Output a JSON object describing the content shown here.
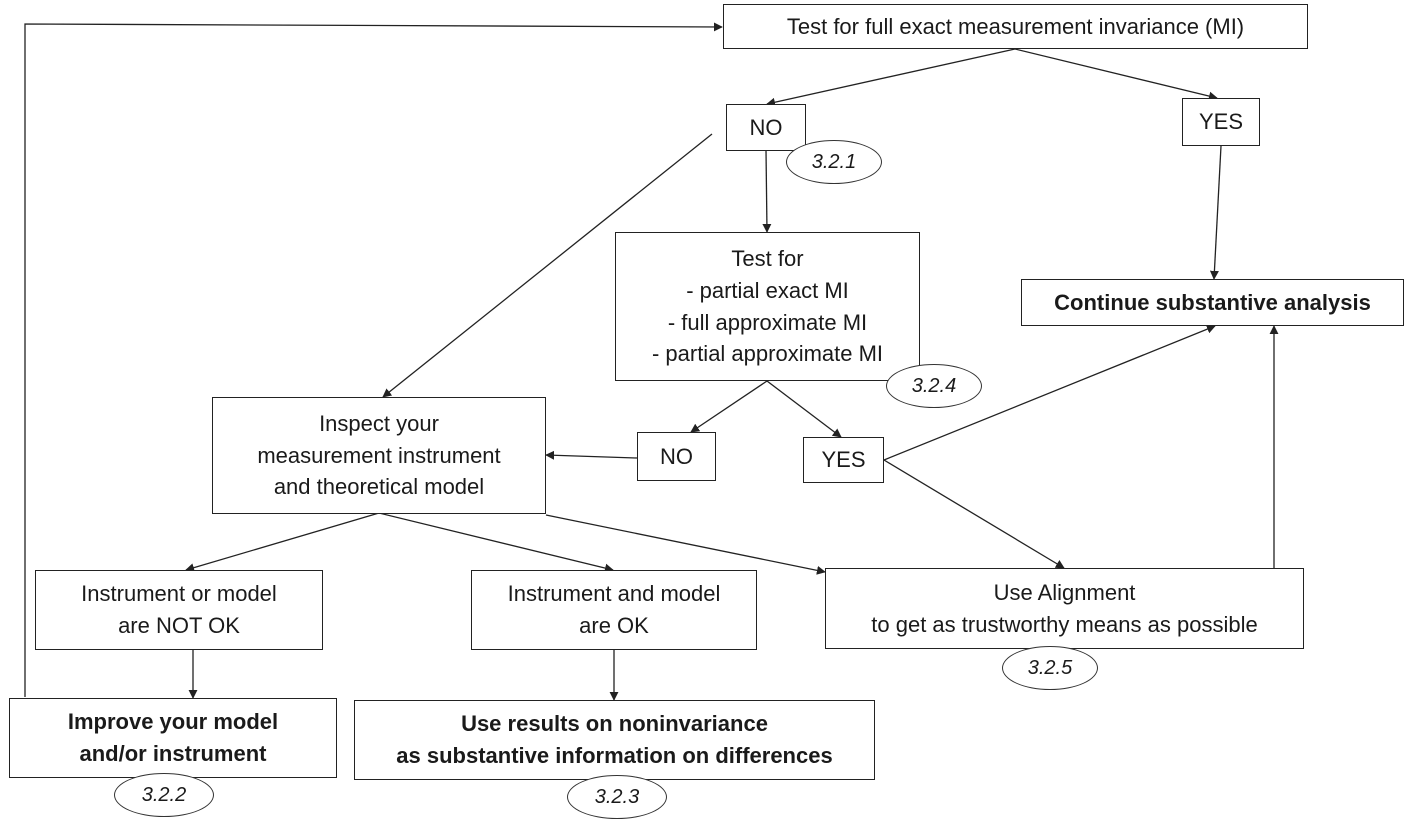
{
  "nodes": {
    "test_full": "Test for full exact measurement invariance (MI)",
    "no_top": "NO",
    "yes_top": "YES",
    "test_partial": "Test for\n- partial exact MI\n- full approximate MI\n- partial approximate MI",
    "continue": "Continue substantive analysis",
    "inspect": "Inspect your\nmeasurement instrument\nand theoretical model",
    "no_mid": "NO",
    "yes_mid": "YES",
    "not_ok": "Instrument or model\nare NOT OK",
    "ok": "Instrument and model\nare OK",
    "alignment": "Use Alignment\nto get as trustworthy means as possible",
    "improve": "Improve your model\nand/or instrument",
    "use_results": "Use results on noninvariance\nas substantive information on differences"
  },
  "section_tags": {
    "s321": "3.2.1",
    "s322": "3.2.2",
    "s323": "3.2.3",
    "s324": "3.2.4",
    "s325": "3.2.5"
  }
}
